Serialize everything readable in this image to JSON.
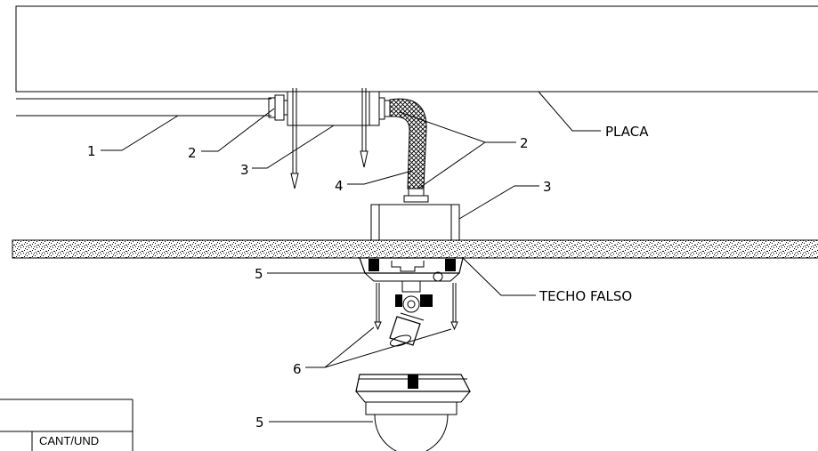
{
  "labels": {
    "placa": "PLACA",
    "techo_falso": "TECHO FALSO",
    "conduit": "1",
    "connector_left": "2",
    "box_top": "3",
    "connector_flex": "2",
    "flex_conduit": "4",
    "box_ceiling": "3",
    "camera_base": "5",
    "screws": "6",
    "dome": "5"
  },
  "table": {
    "header": "CANT/UND"
  }
}
